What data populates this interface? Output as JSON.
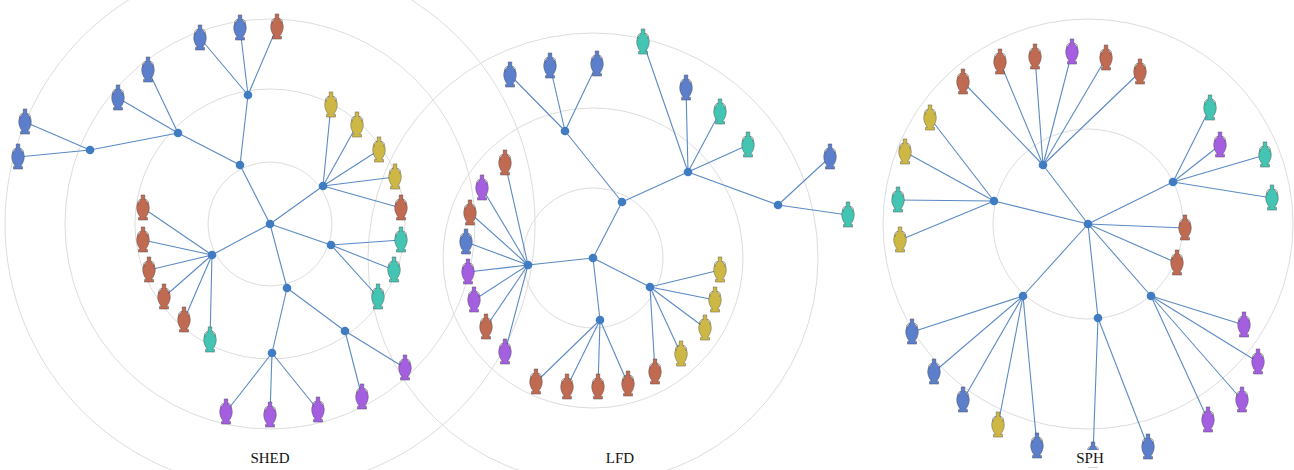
{
  "diagram": {
    "labels": [
      "SHED",
      "LFD",
      "SPH"
    ]
  }
}
